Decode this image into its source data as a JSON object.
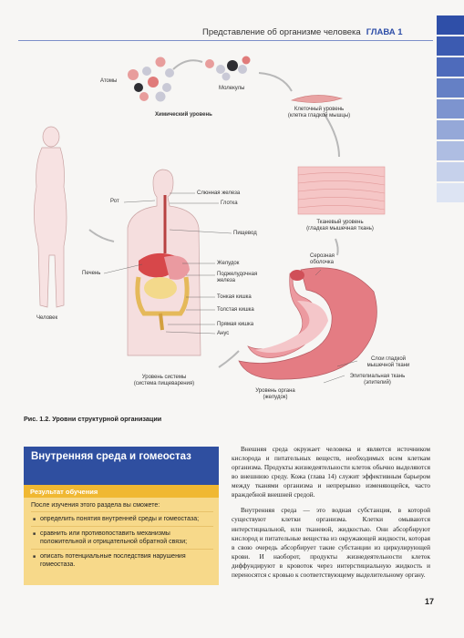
{
  "header": {
    "title": "Представление об организме человека",
    "chapter": "ГЛАВА 1"
  },
  "tabs": [
    "#2f4fa8",
    "#3c5bb1",
    "#4e6bbb",
    "#6580c5",
    "#7d94cf",
    "#95a8d8",
    "#aebde2",
    "#c6d1eb",
    "#dde4f3"
  ],
  "figure": {
    "atoms": "Атомы",
    "molecules": "Молекулы",
    "chemical_level": "Химический уровень",
    "cellular_level": "Клеточный уровень",
    "cellular_sub": "(клетка гладкой мышцы)",
    "tissue_level": "Тканевый уровень",
    "tissue_sub": "(гладкая мышечная ткань)",
    "human": "Человек",
    "mouth": "Рот",
    "salivary": "Слюнная железа",
    "pharynx": "Глотка",
    "esophagus": "Пищевод",
    "liver": "Печень",
    "stomach": "Желудок",
    "pancreas": "Поджелудочная железа",
    "small_int": "Тонкая кишка",
    "large_int": "Толстая кишка",
    "rectum": "Прямая кишка",
    "anus": "Анус",
    "system_level": "Уровень системы",
    "system_sub": "(система пищеварения)",
    "serous": "Серозная оболочка",
    "muscle_layers": "Слои гладкой мышечной ткани",
    "epithelial": "Эпителиальная ткань (эпителий)",
    "organ_level": "Уровень органа",
    "organ_sub": "(желудок)"
  },
  "caption": "Рис. 1.2. Уровни структурной организации",
  "section": {
    "title": "Внутренняя среда и гомеостаз",
    "result_title": "Результат обучения",
    "intro": "После изучения этого раздела вы сможете:",
    "items": [
      "определить понятия внутренней среды и гомеостаза;",
      "сравнить или противопоставить механизмы положительной и отрицательной обратной связи;",
      "описать потенциальные последствия нарушения гомеостаза."
    ]
  },
  "body": {
    "p1": "Внешняя среда окружает человека и является источником кислорода и питательных веществ, необходимых всем клеткам организма. Продукты жизнедеятельности клеток обычно выделяются во внешнюю среду. Кожа (глава 14) служит эффективным барьером между тканями организма и непрерывно изменяющейся, часто враждебной внешней средой.",
    "p2": "Внутренняя среда — это водная субстанция, в которой существуют клетки организма. Клетки омываются интерстициальной, или тканевой, жидкостью. Они абсорбируют кислород и питательные вещества из окружающей жидкости, которая в свою очередь абсорбирует такие субстанции из циркулирующей крови. И наоборот, продукты жизнедеятельности клеток диффундируют в кровоток через интерстициальную жидкость и переносятся с кровью к соответствующему выделительному органу."
  },
  "page_number": "17"
}
